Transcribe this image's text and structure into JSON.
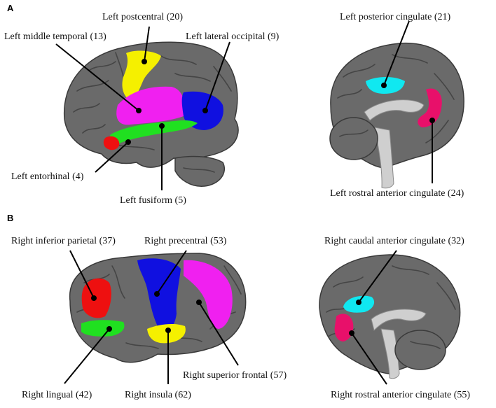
{
  "panels": {
    "a": "A",
    "b": "B"
  },
  "labels": {
    "left_postcentral": "Left postcentral (20)",
    "left_middle_temporal": "Left middle temporal (13)",
    "left_lateral_occipital": "Left lateral occipital (9)",
    "left_entorhinal": "Left entorhinal (4)",
    "left_fusiform": "Left fusiform (5)",
    "left_posterior_cingulate": "Left posterior cingulate (21)",
    "left_rostral_anterior_cingulate": "Left rostral anterior cingulate (24)",
    "right_inferior_parietal": "Right inferior parietal (37)",
    "right_precentral": "Right precentral (53)",
    "right_caudal_anterior_cingulate": "Right caudal anterior cingulate (32)",
    "right_lingual": "Right lingual (42)",
    "right_insula": "Right insula (62)",
    "right_superior_frontal": "Right superior frontal (57)",
    "right_rostral_anterior_cingulate": "Right rostral anterior cingulate (55)"
  },
  "colors": {
    "yellow": "#f5f000",
    "magenta": "#f020f0",
    "blue": "#1010e0",
    "green": "#20e020",
    "red": "#ee1010",
    "cyan": "#10e8f0",
    "crimson": "#e8106a",
    "brain_gray": "#6a6a6a"
  }
}
